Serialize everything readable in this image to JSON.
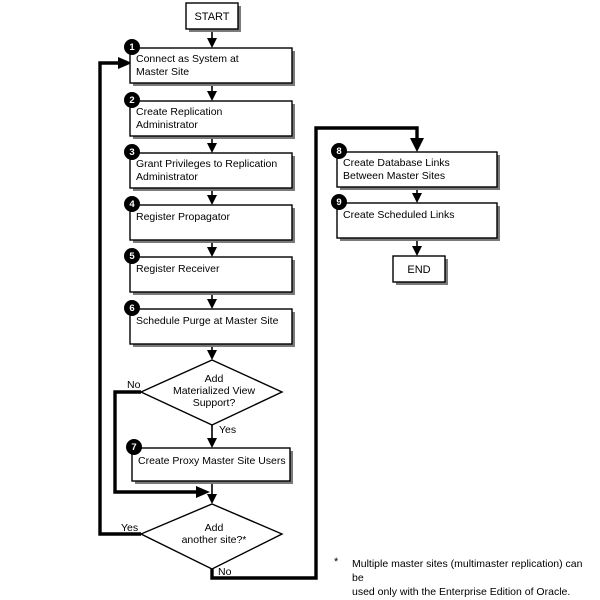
{
  "diagram": {
    "title": "Setting Up Master Sites Flowchart",
    "type": "flowchart",
    "colors": {
      "background": "#ffffff",
      "stroke": "#000000",
      "badge_fill": "#000000",
      "badge_text": "#ffffff",
      "shadow": "#7a7a7a"
    },
    "terminals": [
      {
        "id": "start",
        "label": "START"
      },
      {
        "id": "end",
        "label": "END"
      }
    ],
    "steps": [
      {
        "number": "1",
        "lines": [
          "Connect as System at",
          "Master Site"
        ]
      },
      {
        "number": "2",
        "lines": [
          "Create Replication",
          "Administrator"
        ]
      },
      {
        "number": "3",
        "lines": [
          "Grant Privileges to Replication",
          "Administrator"
        ]
      },
      {
        "number": "4",
        "lines": [
          "Register Propagator"
        ]
      },
      {
        "number": "5",
        "lines": [
          "Register Receiver"
        ]
      },
      {
        "number": "6",
        "lines": [
          "Schedule Purge at Master Site"
        ]
      },
      {
        "number": "7",
        "lines": [
          "Create Proxy Master Site Users"
        ]
      },
      {
        "number": "8",
        "lines": [
          "Create Database Links",
          "Between Master Sites"
        ]
      },
      {
        "number": "9",
        "lines": [
          "Create Scheduled Links"
        ]
      }
    ],
    "decisions": [
      {
        "id": "materialized-view",
        "lines": [
          "Add",
          "Materialized View",
          "Support?"
        ],
        "branches": [
          {
            "label": "No",
            "direction": "left"
          },
          {
            "label": "Yes",
            "direction": "down"
          }
        ]
      },
      {
        "id": "another-site",
        "lines": [
          "Add",
          "another site?*"
        ],
        "branches": [
          {
            "label": "Yes",
            "direction": "left"
          },
          {
            "label": "No",
            "direction": "down"
          }
        ]
      }
    ],
    "footnote": {
      "marker": "*",
      "text": "Multiple master sites (multimaster replication) can be\nused only with the Enterprise Edition of Oracle."
    }
  }
}
